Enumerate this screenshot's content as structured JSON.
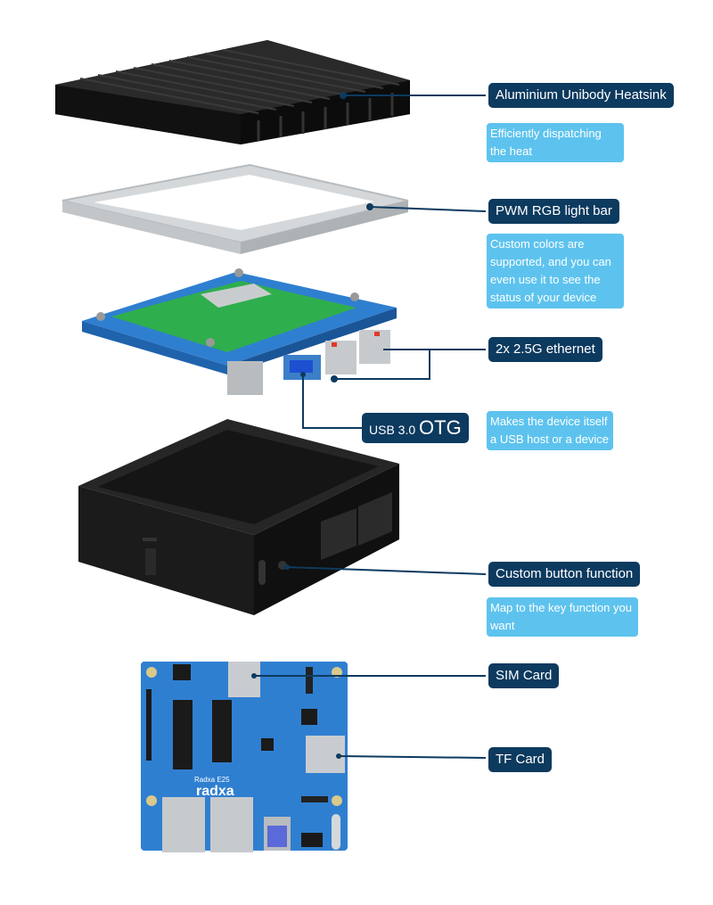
{
  "labels": {
    "heatsink": "Aluminium Unibody Heatsink",
    "lightbar": "PWM RGB light bar",
    "ethernet": "2x 2.5G ethernet",
    "usb_prefix": "USB 3.0 ",
    "usb_suffix": "OTG",
    "button": "Custom button function",
    "sim": "SIM Card",
    "tf": "TF Card"
  },
  "descriptions": {
    "heatsink": "Efficiently dispatching the heat",
    "lightbar": "Custom colors are supported, and you can even use it to see the status of your device",
    "usb": "Makes the device itself a USB host or a device",
    "button": "Map to the key function you want"
  },
  "board_text": {
    "model": "Radxa E25",
    "brand": "radxa"
  },
  "colors": {
    "label_bg": "#0d3a5f",
    "desc_bg": "#5dc3ee",
    "board_blue": "#2f7fd0",
    "pcb_green": "#2fae4e",
    "case_black": "#1c1c1c"
  }
}
